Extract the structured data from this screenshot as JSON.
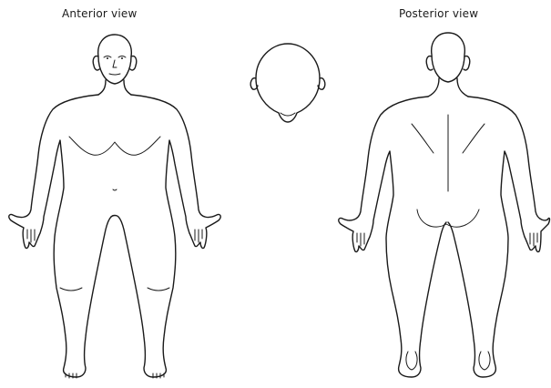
{
  "labels": {
    "anterior": "Anterior view",
    "posterior": "Posterior view"
  },
  "icons": {
    "anterior_figure": "front-body-outline",
    "head_top_figure": "head-top-outline",
    "posterior_figure": "back-body-outline"
  },
  "colors": {
    "background": "#ffffff",
    "line": "#1a1a1a"
  }
}
